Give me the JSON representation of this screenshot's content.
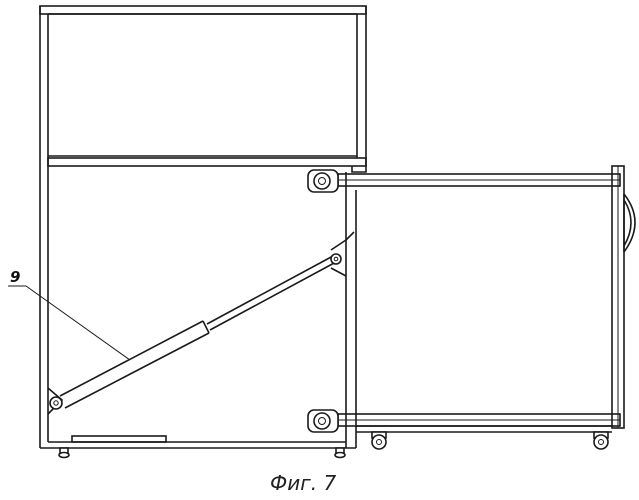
{
  "figure": {
    "caption": "Фиг. 7",
    "callouts": [
      {
        "label": "9",
        "target": "gas-spring-strut"
      }
    ]
  },
  "components": [
    "cabinet-frame",
    "upper-compartment",
    "pull-out-drawer",
    "gas-spring-strut",
    "caster-wheels",
    "drawer-handle"
  ]
}
